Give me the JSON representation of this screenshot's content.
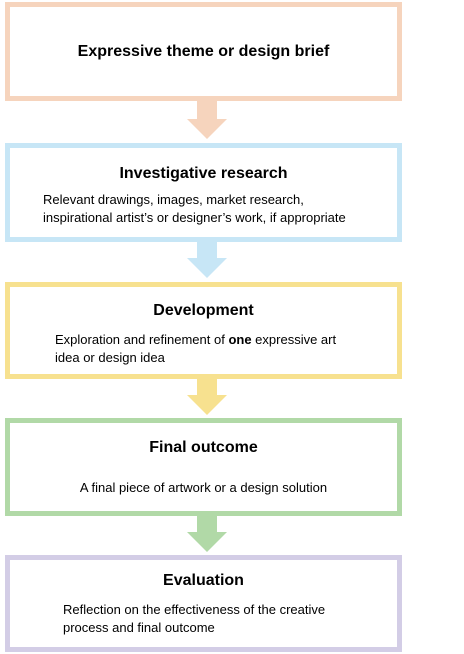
{
  "colors": {
    "step1": "#f6d4bd",
    "step2": "#c7e6f6",
    "step3": "#f7e18f",
    "step4": "#b1d9a7",
    "step5": "#d3cde6"
  },
  "steps": [
    {
      "title": "Expressive theme or design brief",
      "lines": []
    },
    {
      "title": "Investigative research",
      "lines": [
        "Relevant drawings, images, market research,",
        "inspirational artist’s or designer’s work, if appropriate"
      ]
    },
    {
      "title": "Development",
      "line1_before": "Exploration and refinement of ",
      "line1_bold": "one",
      "line1_after": " expressive art",
      "line2": "idea or design idea"
    },
    {
      "title": "Final outcome",
      "lines": [
        "A final piece of artwork or a design solution"
      ]
    },
    {
      "title": "Evaluation",
      "lines": [
        "Reflection on the effectiveness of the creative",
        "process and final outcome"
      ]
    }
  ]
}
